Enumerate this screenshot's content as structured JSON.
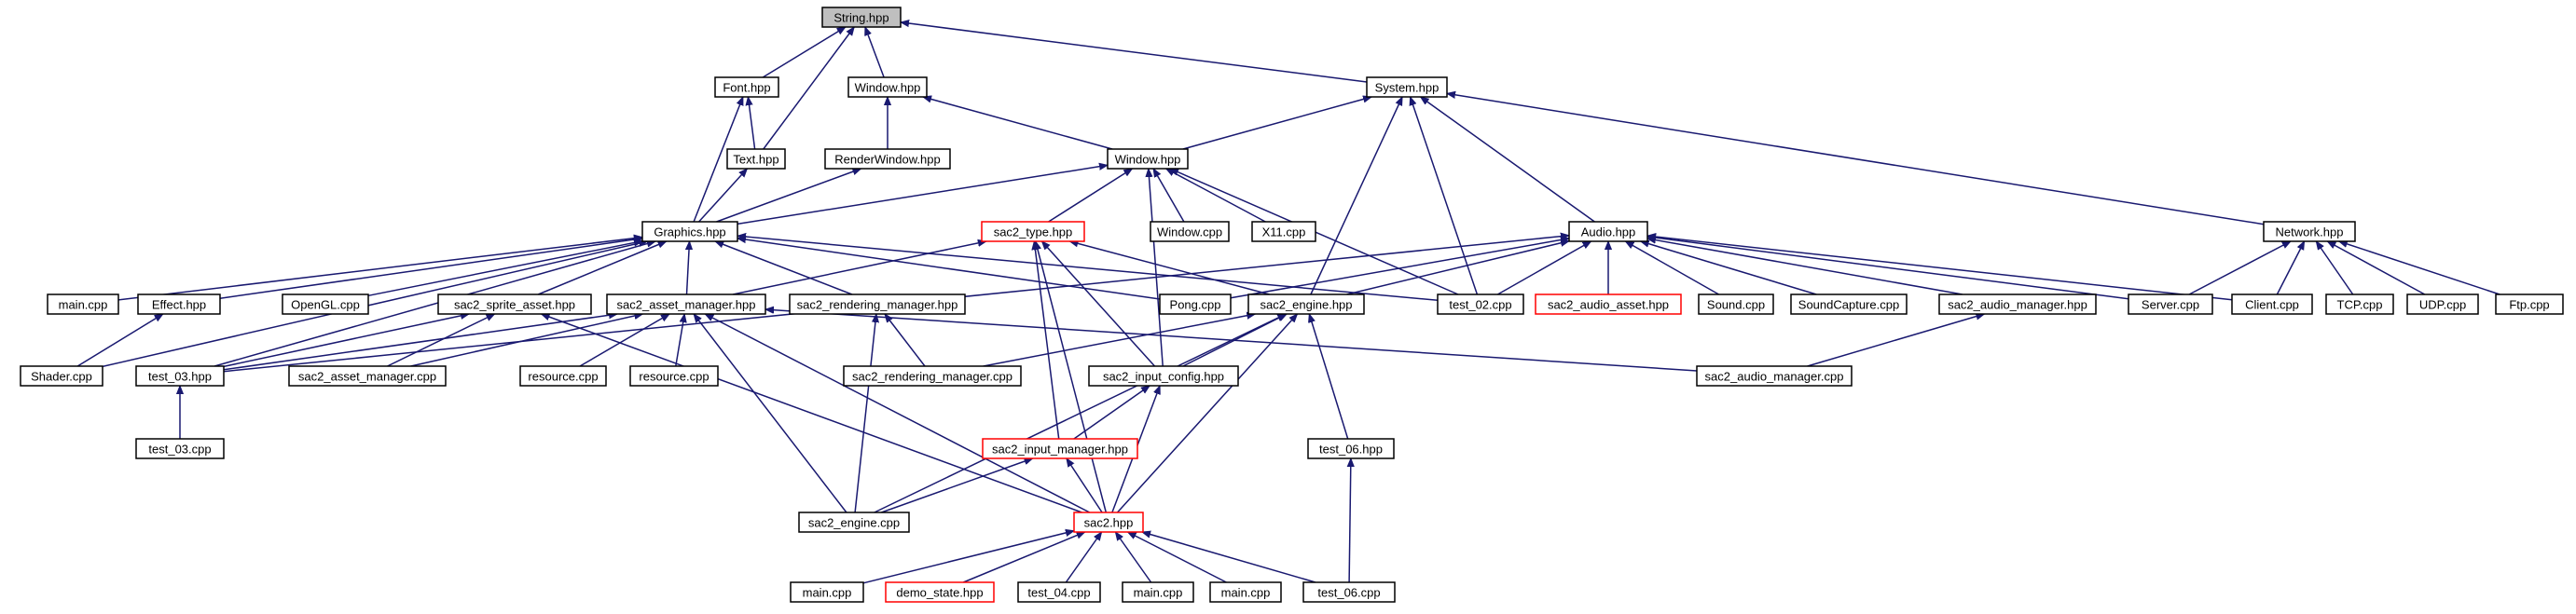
{
  "nodes": [
    {
      "id": "string_hpp",
      "label": "String.hpp",
      "style": "root"
    },
    {
      "id": "font_hpp",
      "label": "Font.hpp"
    },
    {
      "id": "window_hpp_a",
      "label": "Window.hpp"
    },
    {
      "id": "system_hpp",
      "label": "System.hpp"
    },
    {
      "id": "text_hpp",
      "label": "Text.hpp"
    },
    {
      "id": "renderwindow_hpp",
      "label": "RenderWindow.hpp"
    },
    {
      "id": "window_hpp_b",
      "label": "Window.hpp"
    },
    {
      "id": "graphics_hpp",
      "label": "Graphics.hpp"
    },
    {
      "id": "sac2_type_hpp",
      "label": "sac2_type.hpp",
      "style": "red"
    },
    {
      "id": "window_cpp",
      "label": "Window.cpp"
    },
    {
      "id": "x11_cpp",
      "label": "X11.cpp"
    },
    {
      "id": "audio_hpp",
      "label": "Audio.hpp"
    },
    {
      "id": "network_hpp",
      "label": "Network.hpp"
    },
    {
      "id": "main_cpp_1",
      "label": "main.cpp"
    },
    {
      "id": "effect_hpp",
      "label": "Effect.hpp"
    },
    {
      "id": "opengl_cpp",
      "label": "OpenGL.cpp"
    },
    {
      "id": "sac2_sprite_asset_hpp",
      "label": "sac2_sprite_asset.hpp"
    },
    {
      "id": "sac2_asset_manager_hpp",
      "label": "sac2_asset_manager.hpp"
    },
    {
      "id": "sac2_rendering_manager_hpp",
      "label": "sac2_rendering_manager.hpp"
    },
    {
      "id": "pong_cpp",
      "label": "Pong.cpp"
    },
    {
      "id": "sac2_engine_hpp",
      "label": "sac2_engine.hpp"
    },
    {
      "id": "test_02_cpp",
      "label": "test_02.cpp"
    },
    {
      "id": "sac2_audio_asset_hpp",
      "label": "sac2_audio_asset.hpp",
      "style": "red"
    },
    {
      "id": "sound_cpp",
      "label": "Sound.cpp"
    },
    {
      "id": "soundcapture_cpp",
      "label": "SoundCapture.cpp"
    },
    {
      "id": "sac2_audio_manager_hpp",
      "label": "sac2_audio_manager.hpp"
    },
    {
      "id": "server_cpp",
      "label": "Server.cpp"
    },
    {
      "id": "client_cpp",
      "label": "Client.cpp"
    },
    {
      "id": "tcp_cpp",
      "label": "TCP.cpp"
    },
    {
      "id": "udp_cpp",
      "label": "UDP.cpp"
    },
    {
      "id": "ftp_cpp",
      "label": "Ftp.cpp"
    },
    {
      "id": "shader_cpp",
      "label": "Shader.cpp"
    },
    {
      "id": "test_03_hpp",
      "label": "test_03.hpp"
    },
    {
      "id": "sac2_asset_manager_cpp",
      "label": "sac2_asset_manager.cpp"
    },
    {
      "id": "resource_cpp_1",
      "label": "resource.cpp"
    },
    {
      "id": "resource_cpp_2",
      "label": "resource.cpp"
    },
    {
      "id": "sac2_rendering_manager_cpp",
      "label": "sac2_rendering_manager.cpp"
    },
    {
      "id": "sac2_input_config_hpp",
      "label": "sac2_input_config.hpp"
    },
    {
      "id": "sac2_audio_manager_cpp",
      "label": "sac2_audio_manager.cpp"
    },
    {
      "id": "test_03_cpp",
      "label": "test_03.cpp"
    },
    {
      "id": "test_06_hpp",
      "label": "test_06.hpp"
    },
    {
      "id": "sac2_input_manager_hpp",
      "label": "sac2_input_manager.hpp",
      "style": "red"
    },
    {
      "id": "sac2_engine_cpp",
      "label": "sac2_engine.cpp"
    },
    {
      "id": "sac2_hpp",
      "label": "sac2.hpp",
      "style": "red"
    },
    {
      "id": "main_cpp_2",
      "label": "main.cpp"
    },
    {
      "id": "demo_state_hpp",
      "label": "demo_state.hpp",
      "style": "red"
    },
    {
      "id": "test_04_cpp",
      "label": "test_04.cpp"
    },
    {
      "id": "main_cpp_3",
      "label": "main.cpp"
    },
    {
      "id": "main_cpp_4",
      "label": "main.cpp"
    },
    {
      "id": "test_06_cpp",
      "label": "test_06.cpp"
    }
  ],
  "edges": [
    [
      "font_hpp",
      "string_hpp"
    ],
    [
      "window_hpp_a",
      "string_hpp"
    ],
    [
      "system_hpp",
      "string_hpp"
    ],
    [
      "text_hpp",
      "string_hpp"
    ],
    [
      "text_hpp",
      "font_hpp"
    ],
    [
      "graphics_hpp",
      "font_hpp"
    ],
    [
      "graphics_hpp",
      "text_hpp"
    ],
    [
      "renderwindow_hpp",
      "window_hpp_a"
    ],
    [
      "window_hpp_b",
      "window_hpp_a"
    ],
    [
      "graphics_hpp",
      "renderwindow_hpp"
    ],
    [
      "window_hpp_b",
      "system_hpp"
    ],
    [
      "audio_hpp",
      "system_hpp"
    ],
    [
      "network_hpp",
      "system_hpp"
    ],
    [
      "test_02_cpp",
      "system_hpp"
    ],
    [
      "sac2_engine_hpp",
      "system_hpp"
    ],
    [
      "graphics_hpp",
      "window_hpp_b"
    ],
    [
      "sac2_type_hpp",
      "window_hpp_b"
    ],
    [
      "window_cpp",
      "window_hpp_b"
    ],
    [
      "x11_cpp",
      "window_hpp_b"
    ],
    [
      "test_02_cpp",
      "window_hpp_b"
    ],
    [
      "sac2_input_config_hpp",
      "window_hpp_b"
    ],
    [
      "main_cpp_1",
      "graphics_hpp"
    ],
    [
      "effect_hpp",
      "graphics_hpp"
    ],
    [
      "opengl_cpp",
      "graphics_hpp"
    ],
    [
      "sac2_sprite_asset_hpp",
      "graphics_hpp"
    ],
    [
      "sac2_asset_manager_hpp",
      "graphics_hpp"
    ],
    [
      "sac2_rendering_manager_hpp",
      "graphics_hpp"
    ],
    [
      "pong_cpp",
      "graphics_hpp"
    ],
    [
      "test_02_cpp",
      "graphics_hpp"
    ],
    [
      "shader_cpp",
      "graphics_hpp"
    ],
    [
      "test_03_hpp",
      "graphics_hpp"
    ],
    [
      "sac2_asset_manager_hpp",
      "sac2_type_hpp"
    ],
    [
      "sac2_engine_hpp",
      "sac2_type_hpp"
    ],
    [
      "sac2_input_config_hpp",
      "sac2_type_hpp"
    ],
    [
      "sac2_input_manager_hpp",
      "sac2_type_hpp"
    ],
    [
      "sac2_hpp",
      "sac2_type_hpp"
    ],
    [
      "pong_cpp",
      "audio_hpp"
    ],
    [
      "sac2_engine_hpp",
      "audio_hpp"
    ],
    [
      "test_02_cpp",
      "audio_hpp"
    ],
    [
      "sac2_audio_asset_hpp",
      "audio_hpp"
    ],
    [
      "sound_cpp",
      "audio_hpp"
    ],
    [
      "soundcapture_cpp",
      "audio_hpp"
    ],
    [
      "sac2_audio_manager_hpp",
      "audio_hpp"
    ],
    [
      "server_cpp",
      "audio_hpp"
    ],
    [
      "client_cpp",
      "audio_hpp"
    ],
    [
      "test_03_hpp",
      "audio_hpp"
    ],
    [
      "server_cpp",
      "network_hpp"
    ],
    [
      "client_cpp",
      "network_hpp"
    ],
    [
      "tcp_cpp",
      "network_hpp"
    ],
    [
      "udp_cpp",
      "network_hpp"
    ],
    [
      "ftp_cpp",
      "network_hpp"
    ],
    [
      "shader_cpp",
      "effect_hpp"
    ],
    [
      "test_03_hpp",
      "sac2_sprite_asset_hpp"
    ],
    [
      "sac2_asset_manager_cpp",
      "sac2_sprite_asset_hpp"
    ],
    [
      "test_03_hpp",
      "sac2_asset_manager_hpp"
    ],
    [
      "sac2_asset_manager_cpp",
      "sac2_asset_manager_hpp"
    ],
    [
      "resource_cpp_1",
      "sac2_asset_manager_hpp"
    ],
    [
      "resource_cpp_2",
      "sac2_asset_manager_hpp"
    ],
    [
      "sac2_engine_cpp",
      "sac2_asset_manager_hpp"
    ],
    [
      "sac2_hpp",
      "sac2_asset_manager_hpp"
    ],
    [
      "sac2_audio_manager_cpp",
      "sac2_asset_manager_hpp"
    ],
    [
      "sac2_rendering_manager_cpp",
      "sac2_rendering_manager_hpp"
    ],
    [
      "sac2_engine_cpp",
      "sac2_rendering_manager_hpp"
    ],
    [
      "sac2_rendering_manager_cpp",
      "sac2_engine_hpp"
    ],
    [
      "sac2_input_config_hpp",
      "sac2_engine_hpp"
    ],
    [
      "test_06_hpp",
      "sac2_engine_hpp"
    ],
    [
      "sac2_engine_cpp",
      "sac2_engine_hpp"
    ],
    [
      "sac2_hpp",
      "sac2_engine_hpp"
    ],
    [
      "sac2_audio_manager_cpp",
      "sac2_audio_manager_hpp"
    ],
    [
      "test_03_cpp",
      "test_03_hpp"
    ],
    [
      "sac2_input_manager_hpp",
      "sac2_input_config_hpp"
    ],
    [
      "sac2_hpp",
      "sac2_input_config_hpp"
    ],
    [
      "test_06_cpp",
      "test_06_hpp"
    ],
    [
      "sac2_engine_cpp",
      "sac2_input_manager_hpp"
    ],
    [
      "sac2_hpp",
      "sac2_input_manager_hpp"
    ],
    [
      "sac2_hpp",
      "sac2_sprite_asset_hpp"
    ],
    [
      "main_cpp_2",
      "sac2_hpp"
    ],
    [
      "demo_state_hpp",
      "sac2_hpp"
    ],
    [
      "test_04_cpp",
      "sac2_hpp"
    ],
    [
      "main_cpp_3",
      "sac2_hpp"
    ],
    [
      "main_cpp_4",
      "sac2_hpp"
    ],
    [
      "test_06_cpp",
      "sac2_hpp"
    ]
  ],
  "colors": {
    "edge": "#191970",
    "border": "#000000",
    "highlight_border": "#ff0000",
    "root_fill": "#bfbfbf",
    "background": "#ffffff"
  }
}
